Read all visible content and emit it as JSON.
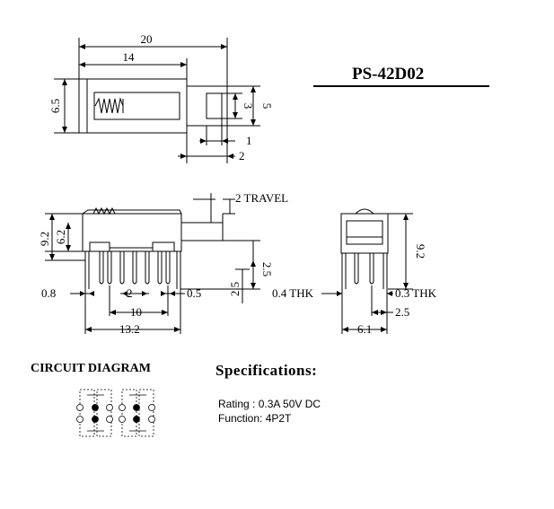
{
  "part_number": "PS-42D02",
  "top_view": {
    "overall_length": "20",
    "slider_length": "14",
    "height": "6.5",
    "knob_width": "3",
    "knob_height": "5",
    "offset_1": "1",
    "offset_2": "2"
  },
  "side_view": {
    "travel": "2 TRAVEL",
    "height_total": "9.2",
    "height_body": "6.2",
    "pin_len_a": "2.5",
    "pin_len_b": "2.5",
    "pin_edge": "0.8",
    "pitch": "2",
    "pin_thk": "0.5",
    "pins_span": "10",
    "body_length": "13.2"
  },
  "end_view": {
    "height": "9.2",
    "left_thk": "0.4 THK",
    "right_thk": "0.3 THK",
    "pin_offset": "2.5",
    "width": "6.1"
  },
  "circuit": {
    "title": "CIRCUIT DIAGRAM"
  },
  "specifications": {
    "title": "Specifications:",
    "rating": "Rating : 0.3A 50V DC",
    "function": "Function: 4P2T"
  }
}
